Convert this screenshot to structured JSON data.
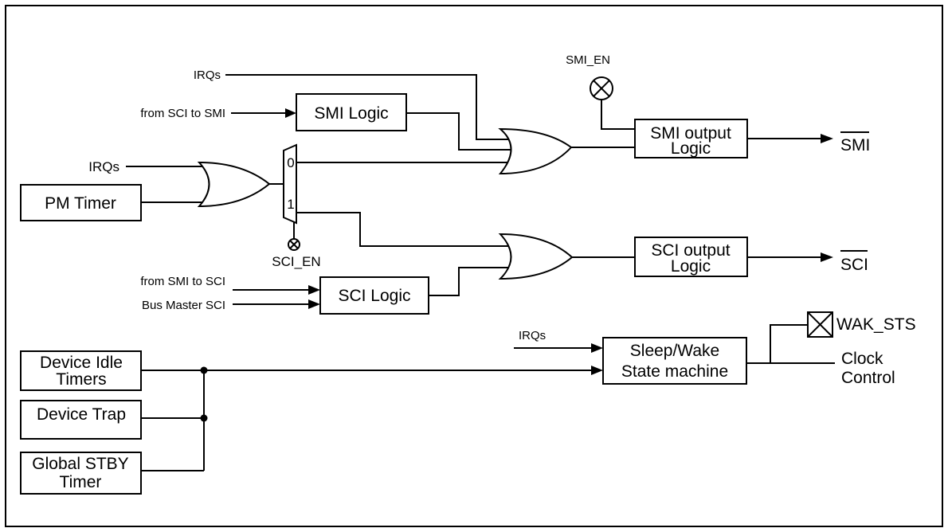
{
  "labels": {
    "irqs_top": "IRQs",
    "from_sci_to_smi": "from SCI to SMI",
    "irqs_pm": "IRQs",
    "sci_en": "SCI_EN",
    "from_smi_to_sci": "from SMI to SCI",
    "bus_master_sci": "Bus Master SCI",
    "smi_en": "SMI_EN",
    "irqs_sleep": "IRQs",
    "mux_0": "0",
    "mux_1": "1",
    "smi_out": "SMI",
    "sci_out": "SCI",
    "wak_sts": "WAK_STS",
    "clock_control_1": "Clock",
    "clock_control_2": "Control"
  },
  "blocks": {
    "smi_logic": "SMI Logic",
    "pm_timer": "PM Timer",
    "sci_logic": "SCI Logic",
    "smi_output_1": "SMI output",
    "smi_output_2": "Logic",
    "sci_output_1": "SCI output",
    "sci_output_2": "Logic",
    "sleep_wake_1": "Sleep/Wake",
    "sleep_wake_2": "State machine",
    "device_idle_1": "Device Idle",
    "device_idle_2": "Timers",
    "device_trap": "Device Trap",
    "global_stby_1": "Global STBY",
    "global_stby_2": "Timer"
  }
}
